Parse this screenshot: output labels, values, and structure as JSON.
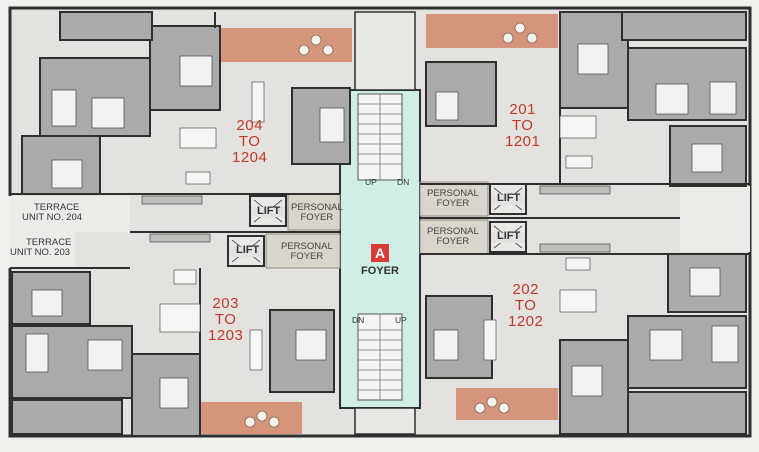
{
  "units": [
    {
      "name": "unit-204-1204",
      "line1": "204",
      "line2": "TO",
      "line3": "1204"
    },
    {
      "name": "unit-201-1201",
      "line1": "201",
      "line2": "TO",
      "line3": "1201"
    },
    {
      "name": "unit-203-1203",
      "line1": "203",
      "line2": "TO",
      "line3": "1203"
    },
    {
      "name": "unit-202-1202",
      "line1": "202",
      "line2": "TO",
      "line3": "1202"
    }
  ],
  "lifts": [
    "LIFT",
    "LIFT",
    "LIFT",
    "LIFT"
  ],
  "personal_foyers": [
    {
      "line1": "PERSONAL",
      "line2": "FOYER"
    },
    {
      "line1": "PERSONAL",
      "line2": "FOYER"
    },
    {
      "line1": "PERSONAL",
      "line2": "FOYER"
    },
    {
      "line1": "PERSONAL",
      "line2": "FOYER"
    }
  ],
  "terraces": [
    {
      "line1": "TERRACE",
      "line2": "UNIT NO. 204"
    },
    {
      "line1": "TERRACE",
      "line2": "UNIT NO. 203"
    }
  ],
  "foyer": {
    "badge": "A",
    "label": "FOYER"
  },
  "stairs": {
    "up": "UP",
    "dn": "DN"
  },
  "colors": {
    "unit_number": "#c0392b",
    "foyer_fill": "#cfeee6",
    "balcony": "#d4957a",
    "room_fill": "#a9abab",
    "wall": "#2f2f2f",
    "floor": "#e4e2de"
  }
}
